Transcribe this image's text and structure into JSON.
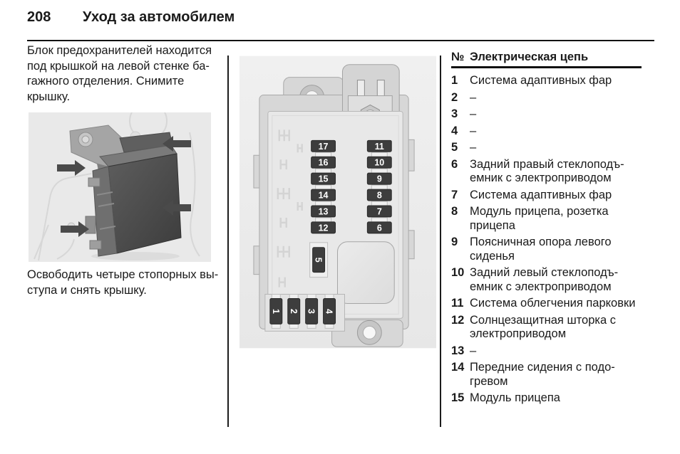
{
  "page": {
    "number": "208",
    "title": "Уход за автомобилем"
  },
  "left_column": {
    "intro_text": "Блок предохранителей находится\nпод крышкой на левой стенке ба-\nгажного отделения. Снимите\nкрышку.",
    "outro_text": "Освободить четыре стопорных вы-\nступа и снять крышку."
  },
  "fuse_diagram": {
    "left_column_fuses": [
      "17",
      "16",
      "15",
      "14",
      "13",
      "12"
    ],
    "right_column_fuses": [
      "11",
      "10",
      "9",
      "8",
      "7",
      "6"
    ],
    "middle_fuse": "5",
    "bottom_row_fuses": [
      "1",
      "2",
      "3",
      "4"
    ]
  },
  "circuit_table": {
    "header": {
      "number_label": "№",
      "circuit_label": "Электрическая цепь"
    },
    "rows": [
      {
        "num": "1",
        "circuit": "Система адаптивных фар"
      },
      {
        "num": "2",
        "circuit": "–"
      },
      {
        "num": "3",
        "circuit": "–"
      },
      {
        "num": "4",
        "circuit": "–"
      },
      {
        "num": "5",
        "circuit": "–"
      },
      {
        "num": "6",
        "circuit": "Задний правый стеклоподъ-\nемник с электроприводом"
      },
      {
        "num": "7",
        "circuit": "Система адаптивных фар"
      },
      {
        "num": "8",
        "circuit": "Модуль прицепа, розетка\nприцепа"
      },
      {
        "num": "9",
        "circuit": "Поясничная опора левого\nсиденья"
      },
      {
        "num": "10",
        "circuit": "Задний левый стеклоподъ-\nемник с электроприводом"
      },
      {
        "num": "11",
        "circuit": "Система облегчения парковки"
      },
      {
        "num": "12",
        "circuit": "Солнцезащитная шторка с\nэлектроприводом"
      },
      {
        "num": "13",
        "circuit": "–"
      },
      {
        "num": "14",
        "circuit": "Передние сидения с подо-\nгревом"
      },
      {
        "num": "15",
        "circuit": "Модуль прицепа"
      }
    ]
  },
  "colors": {
    "text": "#1a1a1a",
    "rule": "#111111",
    "fuse_dark": "#3d3d3d",
    "diagram_bg": "#ececec"
  }
}
